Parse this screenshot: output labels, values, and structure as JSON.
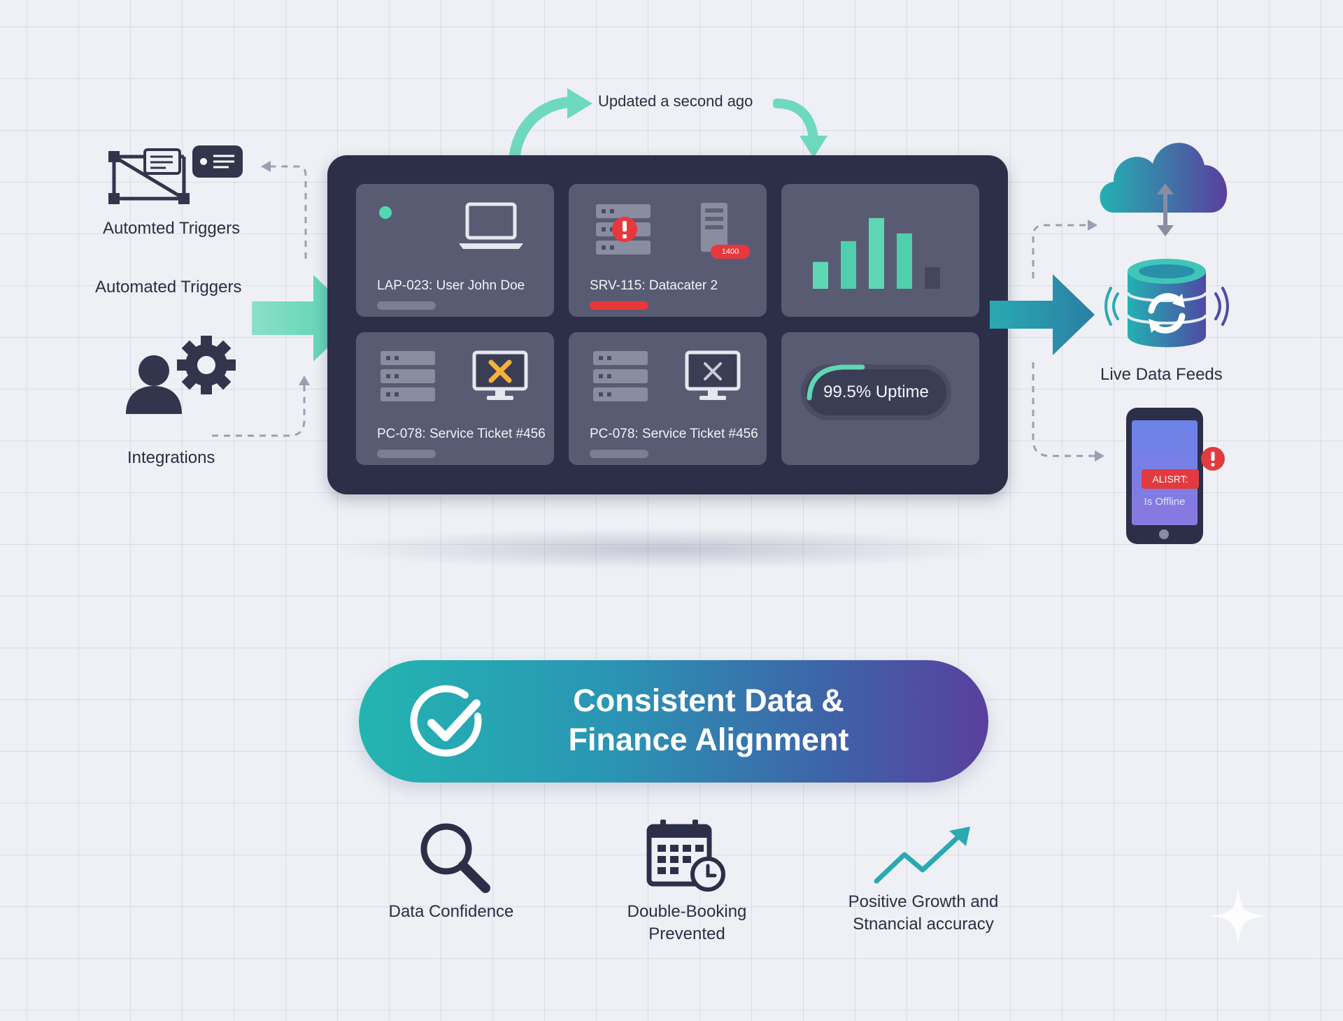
{
  "header": {
    "updated_label": "Updated a second ago"
  },
  "left": {
    "automated_triggers_label_1": "Automted Triggers",
    "automated_triggers_label_2": "Automated Triggers",
    "integrations_label": "Integrations"
  },
  "dashboard": {
    "cards": [
      {
        "label": "LAP-023: User John Doe",
        "status_dot_color": "#4fd9b0"
      },
      {
        "label": "SRV-115: Datacater 2",
        "badge": "1400",
        "status_bar_color": "#e8383d"
      },
      {
        "label": "",
        "chart_bars": [
          0.35,
          0.62,
          0.92,
          0.72,
          0.28
        ]
      },
      {
        "label": "PC-078: Service Ticket #456"
      },
      {
        "label": "PC-078: Service Ticket #456"
      },
      {
        "label": "99.5% Uptime"
      }
    ]
  },
  "right": {
    "live_data_feeds_label": "Live Data Feeds",
    "alert_label": "ALISRT:",
    "alert_sub": "Is Offline"
  },
  "banner": {
    "line1": "Consistent Data &",
    "line2": "Finance Alignment"
  },
  "benefits": {
    "data_confidence": "Data Confidence",
    "double_booking_1": "Double-Booking",
    "double_booking_2": "Prevented",
    "growth_1": "Positive Growth and",
    "growth_2": "Stnancial accuracy"
  },
  "colors": {
    "accent_teal": "#5fd6b4",
    "arrow_teal_dark": "#2a8fa8",
    "panel_dark": "#2d2f48",
    "card_bg": "#595b73",
    "alert_red": "#e23a3f",
    "banner_start": "#23b5b0",
    "banner_end": "#5a3f9e"
  }
}
